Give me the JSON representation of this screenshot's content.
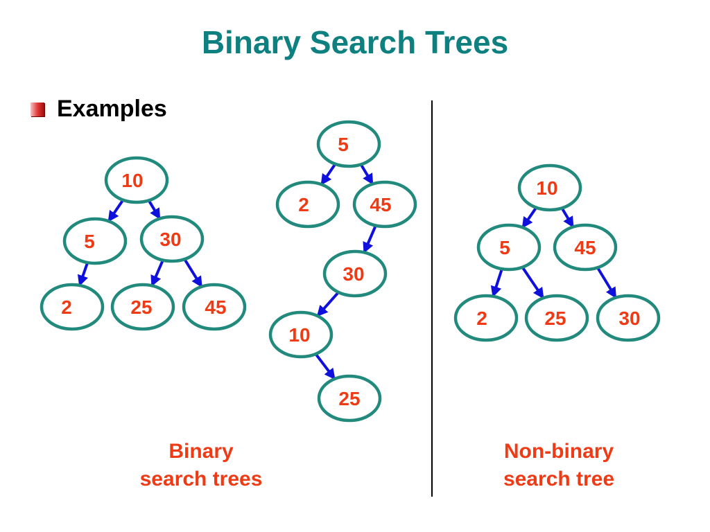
{
  "title": "Binary Search Trees",
  "bullet": "Examples",
  "colors": {
    "title": "#0f8080",
    "node_border": "#218a7c",
    "node_text": "#ee3b15",
    "edge": "#1010dd",
    "caption": "#ee3b15"
  },
  "captions": {
    "left": [
      "Binary",
      "search trees"
    ],
    "right": [
      "Non-binary",
      "search tree"
    ]
  },
  "trees": [
    {
      "id": "tree-1",
      "nodes": [
        {
          "id": "t1-10",
          "value": "10"
        },
        {
          "id": "t1-5",
          "value": "5"
        },
        {
          "id": "t1-30",
          "value": "30"
        },
        {
          "id": "t1-2",
          "value": "2"
        },
        {
          "id": "t1-25",
          "value": "25"
        },
        {
          "id": "t1-45",
          "value": "45"
        }
      ],
      "edges": [
        {
          "from": "t1-10",
          "to": "t1-5"
        },
        {
          "from": "t1-10",
          "to": "t1-30"
        },
        {
          "from": "t1-5",
          "to": "t1-2"
        },
        {
          "from": "t1-30",
          "to": "t1-25"
        },
        {
          "from": "t1-30",
          "to": "t1-45"
        }
      ]
    },
    {
      "id": "tree-2",
      "nodes": [
        {
          "id": "t2-5",
          "value": "5"
        },
        {
          "id": "t2-2",
          "value": "2"
        },
        {
          "id": "t2-45",
          "value": "45"
        },
        {
          "id": "t2-30",
          "value": "30"
        },
        {
          "id": "t2-10",
          "value": "10"
        },
        {
          "id": "t2-25",
          "value": "25"
        }
      ],
      "edges": [
        {
          "from": "t2-5",
          "to": "t2-2"
        },
        {
          "from": "t2-5",
          "to": "t2-45"
        },
        {
          "from": "t2-45",
          "to": "t2-30"
        },
        {
          "from": "t2-30",
          "to": "t2-10"
        },
        {
          "from": "t2-10",
          "to": "t2-25"
        }
      ]
    },
    {
      "id": "tree-3",
      "nodes": [
        {
          "id": "t3-10",
          "value": "10"
        },
        {
          "id": "t3-5",
          "value": "5"
        },
        {
          "id": "t3-45",
          "value": "45"
        },
        {
          "id": "t3-2",
          "value": "2"
        },
        {
          "id": "t3-25",
          "value": "25"
        },
        {
          "id": "t3-30",
          "value": "30"
        }
      ],
      "edges": [
        {
          "from": "t3-10",
          "to": "t3-5"
        },
        {
          "from": "t3-10",
          "to": "t3-45"
        },
        {
          "from": "t3-5",
          "to": "t3-2"
        },
        {
          "from": "t3-5",
          "to": "t3-25"
        },
        {
          "from": "t3-45",
          "to": "t3-30"
        }
      ]
    }
  ]
}
